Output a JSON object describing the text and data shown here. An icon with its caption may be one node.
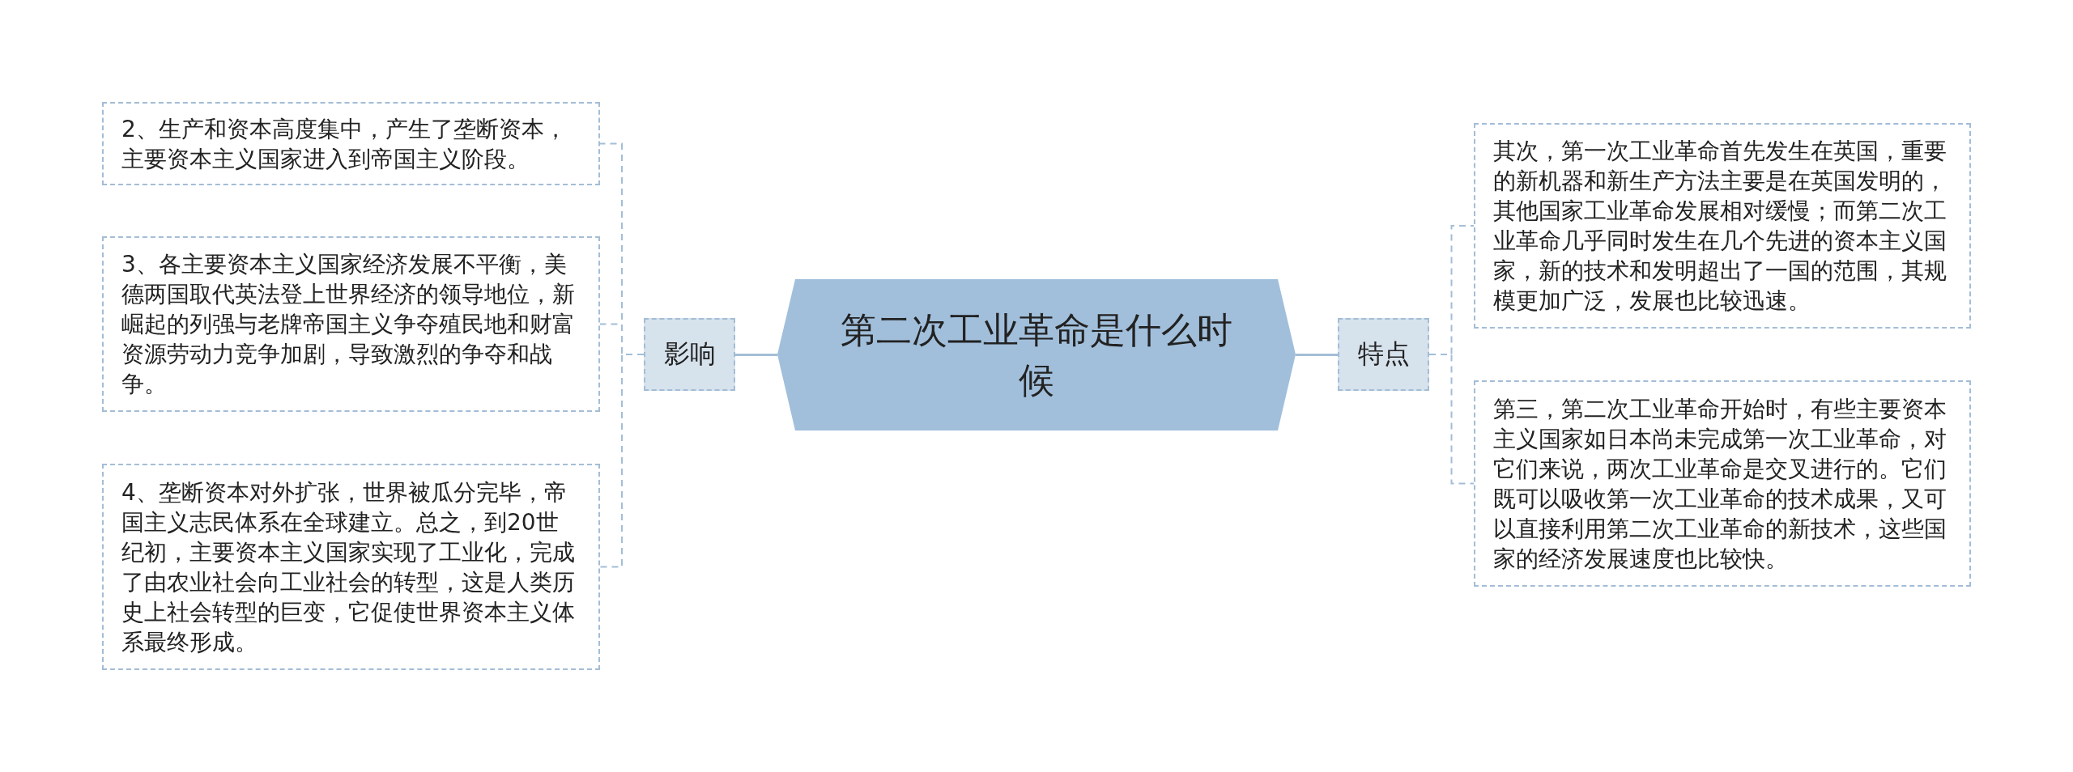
{
  "diagram": {
    "nodes": [
      {
        "text": [
          "第二次工业革命是什么时候"
        ]
      },
      {
        "text": [
          "影响"
        ]
      },
      {
        "text": [
          "2、生产和资本高度集中，产生了垄断资本，主要资本主义国家进入到帝国主义阶段。"
        ]
      },
      {
        "text": [
          "3、各主要资本主义国家经济发展不平衡，美德两国取代英法登上世界经济的领导地位，新崛起的列强与老牌帝国主义争夺殖民地和财富资源劳动力竞争加剧，导致激烈的争夺和战争。"
        ]
      },
      {
        "text": [
          "4、垄断资本对外扩张，世界被瓜分完毕，帝国主义志民体系在全球建立。总之，到20世纪初，主要资本主义国家实现了工业化，完成了由农业社会向工业社会的转型，这是人类历史上社会转型的巨变，它促使世界资本主义体系最终形成。"
        ]
      },
      {
        "text": [
          "特点"
        ]
      },
      {
        "text": [
          "其次，第一次工业革命首先发生在英国，重要的新机器和新生产方法主要是在英国发明的，其他国家工业革命发展相对缓慢；而第二次工业革命几乎同时发生在几个先进的资本主义国家，新的技术和发明超出了一国的范围，其规模更加广泛，发展也比较迅速。"
        ]
      },
      {
        "text": [
          "第三，第二次工业革命开始时，有些主要资本主义国家如日本尚未完成第一次工业革命，对它们来说，两次工业革命是交叉进行的。它们既可以吸收第一次工业革命的技术成果，又可以直接利用第二次工业革命的新技术，这些国家的经济发展速度也比较快。"
        ]
      }
    ],
    "edges": [
      {
        "from": 0,
        "to": 1,
        "arrow": "none"
      },
      {
        "from": 1,
        "to": 2,
        "arrow": "none",
        "style": "dashed"
      },
      {
        "from": 1,
        "to": 3,
        "arrow": "none",
        "style": "dashed"
      },
      {
        "from": 1,
        "to": 4,
        "arrow": "none",
        "style": "dashed"
      },
      {
        "from": 0,
        "to": 5,
        "arrow": "none"
      },
      {
        "from": 5,
        "to": 6,
        "arrow": "none",
        "style": "dashed"
      },
      {
        "from": 5,
        "to": 7,
        "arrow": "none",
        "style": "dashed"
      }
    ]
  }
}
